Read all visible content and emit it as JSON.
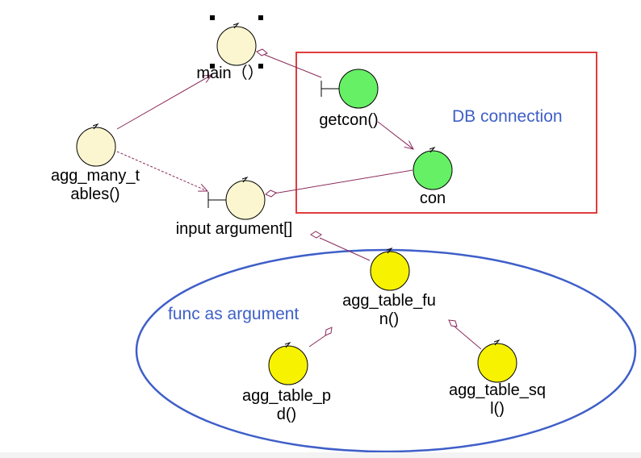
{
  "colors": {
    "control_fill": "#fbf6cf",
    "connection_fill": "#66f066",
    "function_fill": "#f7f200",
    "link": "#8a2a5a",
    "region_box": "#e03c3c",
    "region_ellipse": "#3f5fc8",
    "annotation_text": "#3f5fc8"
  },
  "nodes": {
    "main": {
      "label": "main（）",
      "kind": "control"
    },
    "agg_many_tables": {
      "label_lines": [
        "agg_many_t",
        "ables()"
      ],
      "kind": "control"
    },
    "input_argument": {
      "label": "input argument[]",
      "kind": "boundary-control"
    },
    "getcon": {
      "label": "getcon()",
      "kind": "boundary-connection"
    },
    "con": {
      "label": "con",
      "kind": "connection"
    },
    "agg_table_fun": {
      "label_lines": [
        "agg_table_fu",
        "n()"
      ],
      "kind": "function"
    },
    "agg_table_pd": {
      "label_lines": [
        "agg_table_p",
        "d()"
      ],
      "kind": "function"
    },
    "agg_table_sql": {
      "label_lines": [
        "agg_table_sq",
        "l()"
      ],
      "kind": "function"
    }
  },
  "regions": {
    "db_connection": {
      "label": "DB connection"
    },
    "func_as_argument": {
      "label": "func as argument"
    }
  }
}
